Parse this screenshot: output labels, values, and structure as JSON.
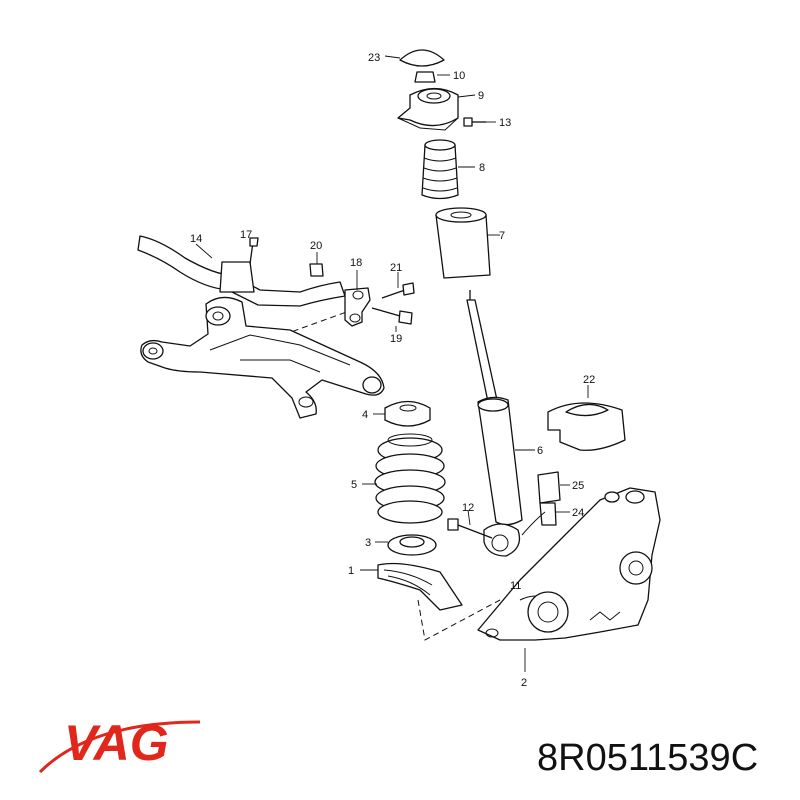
{
  "diagram": {
    "callouts": {
      "c1": "1",
      "c2": "2",
      "c3": "3",
      "c4": "4",
      "c5": "5",
      "c6": "6",
      "c7": "7",
      "c8": "8",
      "c9": "9",
      "c10": "10",
      "c11": "11",
      "c12": "12",
      "c13": "13",
      "c14": "14",
      "c17": "17",
      "c18": "18",
      "c19": "19",
      "c20": "20",
      "c21": "21",
      "c22": "22",
      "c23": "23",
      "c24": "24",
      "c25": "25"
    }
  },
  "footer": {
    "brand": "VAG",
    "brand_color": "#e1261c",
    "part_number": "8R0511539C"
  }
}
